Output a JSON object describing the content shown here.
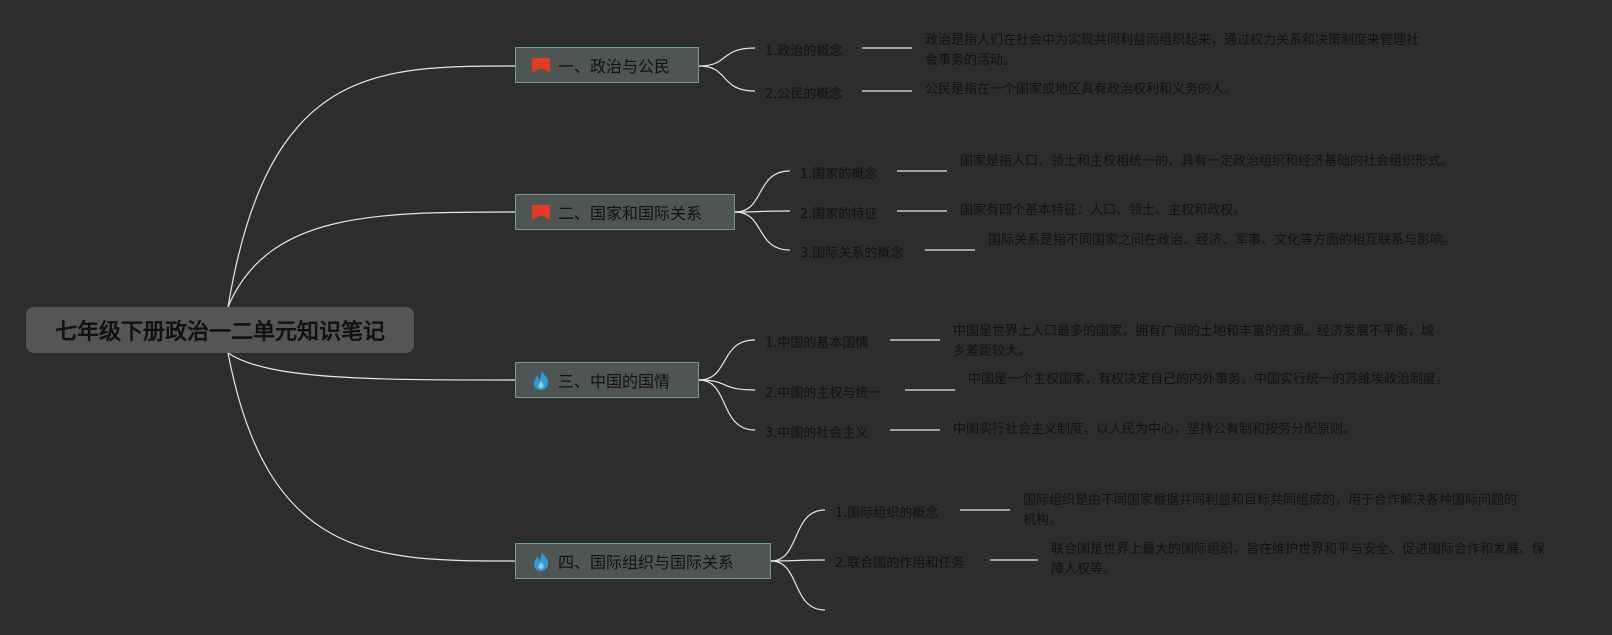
{
  "root": {
    "title": "七年级下册政治一二单元知识笔记"
  },
  "branches": [
    {
      "title": "一、政治与公民",
      "icon": "red-flag-icon",
      "items": [
        {
          "label": "1.政治的概念",
          "desc": "政治是指人们在社会中为实现共同利益而组织起来，通过权力关系和决策制度来管理社会事务的活动。"
        },
        {
          "label": "2.公民的概念",
          "desc": "公民是指在一个国家或地区具有政治权利和义务的人。"
        }
      ]
    },
    {
      "title": "二、国家和国际关系",
      "icon": "red-flag-icon",
      "items": [
        {
          "label": "1.国家的概念",
          "desc": "国家是指人口、领土和主权相统一的、具有一定政治组织和经济基础的社会组织形式。"
        },
        {
          "label": "2.国家的特征",
          "desc": "国家有四个基本特征：人口、领土、主权和政权。"
        },
        {
          "label": "3.国际关系的概念",
          "desc": "国际关系是指不同国家之间在政治、经济、军事、文化等方面的相互联系与影响。"
        }
      ]
    },
    {
      "title": "三、中国的国情",
      "icon": "flame-icon",
      "items": [
        {
          "label": "1.中国的基本国情",
          "desc": "中国是世界上人口最多的国家，拥有广阔的土地和丰富的资源。经济发展不平衡，城乡差距较大。"
        },
        {
          "label": "2.中国的主权与统一",
          "desc": "中国是一个主权国家，有权决定自己的内外事务。中国实行统一的苏维埃政治制度。"
        },
        {
          "label": "3.中国的社会主义",
          "desc": "中国实行社会主义制度，以人民为中心，坚持公有制和按劳分配原则。"
        }
      ]
    },
    {
      "title": "四、国际组织与国际关系",
      "icon": "flame-icon",
      "items": [
        {
          "label": "1.国际组织的概念",
          "desc": "国际组织是由不同国家根据共同利益和目标共同组成的，用于合作解决各种国际问题的机构。"
        },
        {
          "label": "2.联合国的作用和任务",
          "desc": "联合国是世界上最大的国际组织，旨在维护世界和平与安全、促进国际合作和发展、保障人权等。"
        }
      ]
    }
  ],
  "colors": {
    "background": "#2d2d2d",
    "line": "#e8e8e8",
    "branch_border": "#6f9d8e",
    "flag": "#e23b22",
    "flame": "#2e9bd6"
  }
}
